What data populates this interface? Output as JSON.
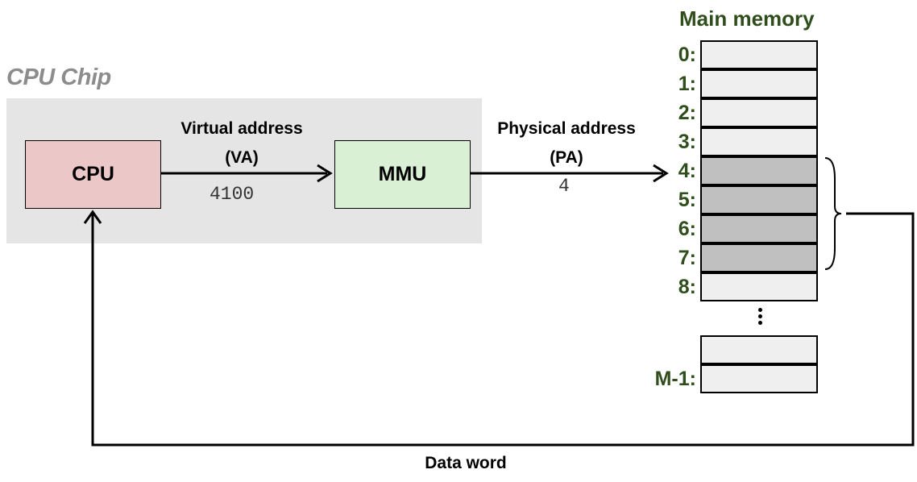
{
  "chip": {
    "title": "CPU Chip"
  },
  "cpu": {
    "label": "CPU"
  },
  "mmu": {
    "label": "MMU"
  },
  "virtual_address": {
    "line1": "Virtual address",
    "line2": "(VA)",
    "value": "4100"
  },
  "physical_address": {
    "line1": "Physical address",
    "line2": "(PA)",
    "value": "4"
  },
  "memory": {
    "title": "Main memory",
    "rows": [
      {
        "label": "0:",
        "highlighted": false
      },
      {
        "label": "1:",
        "highlighted": false
      },
      {
        "label": "2:",
        "highlighted": false
      },
      {
        "label": "3:",
        "highlighted": false
      },
      {
        "label": "4:",
        "highlighted": true
      },
      {
        "label": "5:",
        "highlighted": true
      },
      {
        "label": "6:",
        "highlighted": true
      },
      {
        "label": "7:",
        "highlighted": true
      },
      {
        "label": "8:",
        "highlighted": false
      }
    ],
    "last_rows": [
      {
        "label": "",
        "highlighted": false
      },
      {
        "label": "M-1:",
        "highlighted": false
      }
    ]
  },
  "data_word": {
    "label": "Data word"
  },
  "colors": {
    "cpu_fill": "#ebc7c7",
    "mmu_fill": "#d9f0d4",
    "chip_fill": "#e5e5e5",
    "memory_label": "#2f4e1c",
    "cell_fill": "#efefef",
    "cell_highlight": "#c0c0c0"
  }
}
